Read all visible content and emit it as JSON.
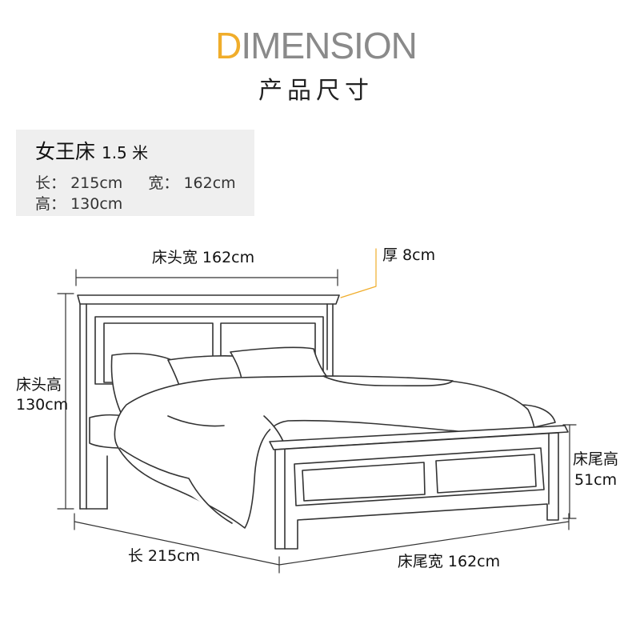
{
  "header": {
    "title_en_first": "D",
    "title_en_rest": "IMENSION",
    "title_cn": "产品尺寸"
  },
  "spec": {
    "name": "女王床",
    "size": "1.5 米",
    "length_label": "长：",
    "length_value": "215cm",
    "width_label": "宽：",
    "width_value": "162cm",
    "height_label": "高：",
    "height_value": "130cm"
  },
  "dimensions": {
    "headboard_width": "床头宽 162cm",
    "thickness": "厚 8cm",
    "headboard_height_label": "床头高",
    "headboard_height_value": "130cm",
    "footboard_height_label": "床尾高",
    "footboard_height_value": "51cm",
    "length": "长 215cm",
    "footboard_width": "床尾宽 162cm"
  },
  "colors": {
    "accent": "#f0ad2b",
    "title_gray": "#8a8a8a",
    "spec_bg": "#efefef",
    "line": "#333333"
  }
}
